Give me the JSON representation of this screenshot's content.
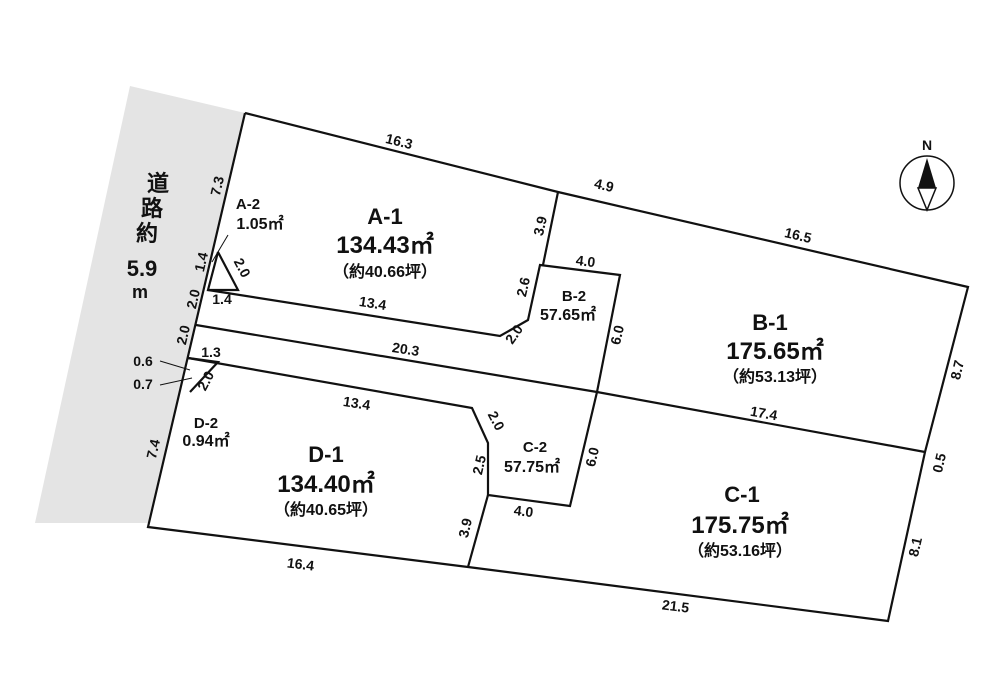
{
  "road": {
    "label": "道路約",
    "width": "5.9",
    "unit": "m",
    "fill": "#e4e4e4"
  },
  "compass": {
    "label": "N",
    "icon": "north-arrow-icon"
  },
  "lots": {
    "a1": {
      "name": "A-1",
      "area": "134.43㎡",
      "tsubo": "（約40.66坪）"
    },
    "a2": {
      "name": "A-2",
      "area": "1.05㎡"
    },
    "b1": {
      "name": "B-1",
      "area": "175.65㎡",
      "tsubo": "（約53.13坪）"
    },
    "b2": {
      "name": "B-2",
      "area": "57.65㎡"
    },
    "c1": {
      "name": "C-1",
      "area": "175.75㎡",
      "tsubo": "（約53.16坪）"
    },
    "c2": {
      "name": "C-2",
      "area": "57.75㎡"
    },
    "d1": {
      "name": "D-1",
      "area": "134.40㎡",
      "tsubo": "（約40.65坪）"
    },
    "d2": {
      "name": "D-2",
      "area": "0.94㎡"
    }
  },
  "dimensions": {
    "top_a": "16.3",
    "top_mid": "4.9",
    "top_b": "16.5",
    "right_b": "8.7",
    "right_mid": "0.5",
    "right_c": "8.1",
    "bottom_c": "21.5",
    "bottom_d": "16.4",
    "left_a": "7.3",
    "left_a2": "1.4",
    "left_lane_a": "2.0",
    "left_lane_d": "2.0",
    "left_d": "7.4",
    "chamfer_a2": "2.0",
    "chamfer_d2": "2.0",
    "setback_a": "1.4",
    "setback_d": "1.3",
    "lane_a_edge": "13.4",
    "lane_top": "20.3",
    "lane_bottom": "17.4",
    "lane_d_edge": "13.4",
    "a1_b_step": "3.9",
    "a1_b2_step": "2.6",
    "a1_chamfer": "2.0",
    "b2_top": "4.0",
    "b2_right": "6.0",
    "c2_right": "6.0",
    "c2_bottom": "4.0",
    "d1_chamfer": "2.0",
    "d1_c2_step": "2.5",
    "d1_c_step": "3.9",
    "small_06": "0.6",
    "small_07": "0.7"
  }
}
